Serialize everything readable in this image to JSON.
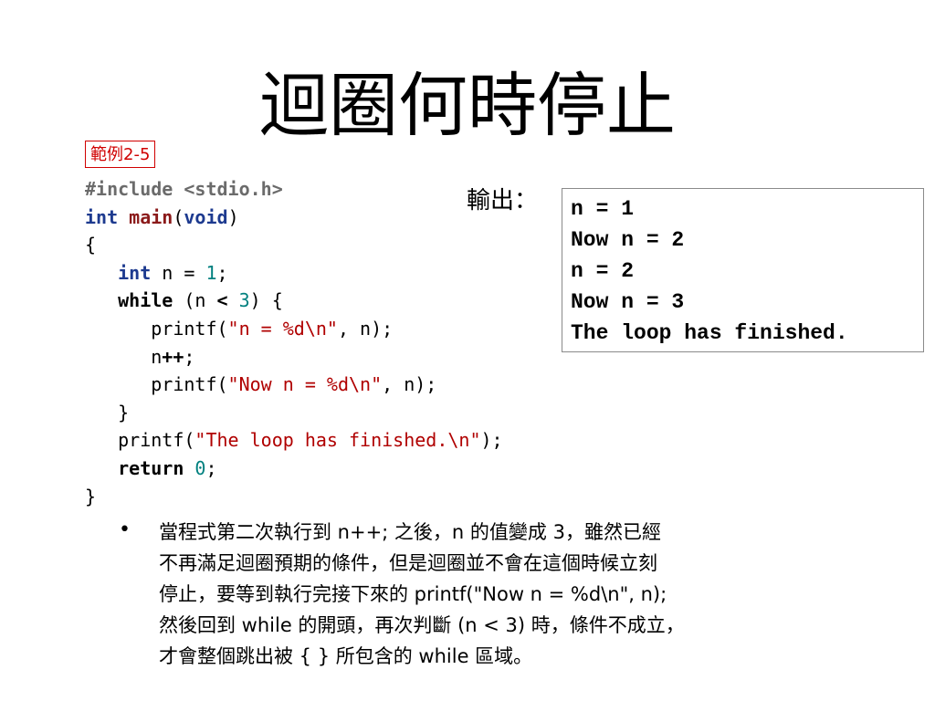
{
  "title": "迴圈何時停止",
  "example_badge": "範例2-5",
  "code": {
    "l1": "#include <stdio.h>",
    "l2_kw_int": "int",
    "l2_main": "main",
    "l2_open": "(",
    "l2_void": "void",
    "l2_close": ")",
    "l3": "{",
    "l4_indent": "   ",
    "l4_kw_int": "int",
    "l4_a": " n = ",
    "l4_num": "1",
    "l4_b": ";",
    "l5_indent": "   ",
    "l5_while": "while",
    "l5_a": " (n ",
    "l5_lt": "<",
    "l5_b": " ",
    "l5_num": "3",
    "l5_c": ") {",
    "l6_indent": "      ",
    "l6_a": "printf(",
    "l6_str": "\"n = %d\\n\"",
    "l6_b": ", n);",
    "l7_indent": "      ",
    "l7_a": "n",
    "l7_op": "++",
    "l7_b": ";",
    "l8_indent": "      ",
    "l8_a": "printf(",
    "l8_str": "\"Now n = %d\\n\"",
    "l8_b": ", n);",
    "l9_indent": "   ",
    "l9": "}",
    "l10_indent": "   ",
    "l10_a": "printf(",
    "l10_str": "\"The loop has finished.\\n\"",
    "l10_b": ");",
    "l11_indent": "   ",
    "l11_return": "return",
    "l11_a": " ",
    "l11_num": "0",
    "l11_b": ";",
    "l12": "}"
  },
  "output_label": "輸出：",
  "output_lines": [
    "n = 1",
    "Now n = 2",
    "n = 2",
    "Now n = 3",
    "The loop has finished."
  ],
  "bullet_symbol": "•",
  "paragraph_lines": [
    "當程式第二次執行到 n++; 之後，n 的值變成 3，雖然已經",
    "不再滿足迴圈預期的條件，但是迴圈並不會在這個時候立刻",
    "停止，要等到執行完接下來的 printf(\"Now n = %d\\n\", n);",
    "然後回到 while 的開頭，再次判斷 (n < 3) 時，條件不成立，",
    "才會整個跳出被 { } 所包含的 while 區域。"
  ]
}
